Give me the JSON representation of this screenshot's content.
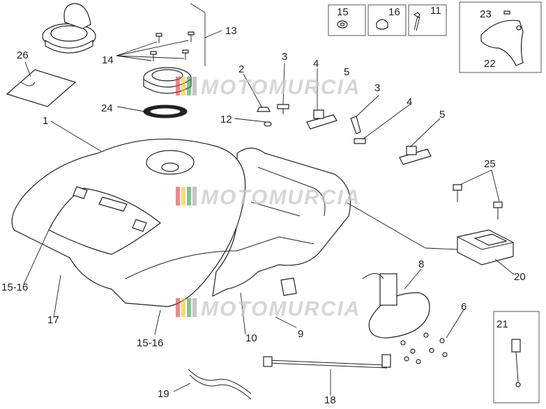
{
  "watermark": {
    "text": "MOTOMURCIA",
    "stripe_colors": [
      "#e53935",
      "#f6c21c",
      "#2e9e4b",
      "#9e9e9e"
    ]
  },
  "callouts": [
    "1",
    "2",
    "3",
    "3",
    "4",
    "4",
    "5",
    "5",
    "6",
    "8",
    "9",
    "10",
    "11",
    "12",
    "13",
    "14",
    "15",
    "15-16",
    "15-16",
    "16",
    "17",
    "18",
    "19",
    "20",
    "21",
    "22",
    "23",
    "24",
    "25",
    "26"
  ]
}
